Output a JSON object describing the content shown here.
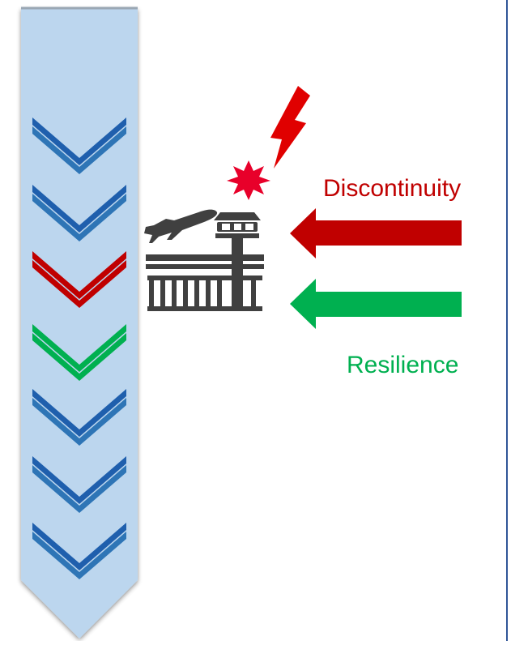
{
  "labels": {
    "discontinuity": "Discontinuity",
    "resilience": "Resilience"
  },
  "colors": {
    "flow_bar": "#bcd6ee",
    "flow_bar_shadow": "#a9b9c8",
    "border": "#2f5597",
    "chevron_normal": "#1f5fad",
    "chevron_normal_light": "#2e75b6",
    "chevron_disruption": "#c00000",
    "chevron_resilience": "#00b050",
    "arrow_discontinuity": "#c00000",
    "arrow_resilience": "#00b050",
    "airport_icon": "#404040",
    "lightning": "#e00000",
    "explosion": "#e8002a",
    "text_discontinuity": "#c00000",
    "text_resilience": "#00b050"
  },
  "chevrons": [
    "normal",
    "normal",
    "disruption",
    "resilience",
    "normal",
    "normal",
    "normal"
  ],
  "icons": {
    "flow": "downward-flow-arrow",
    "airport": "airport-tower-icon",
    "plane": "airplane-icon",
    "lightning": "lightning-bolt-icon",
    "explosion": "explosion-icon",
    "discontinuity_arrow": "left-arrow-icon",
    "resilience_arrow": "left-arrow-icon"
  }
}
